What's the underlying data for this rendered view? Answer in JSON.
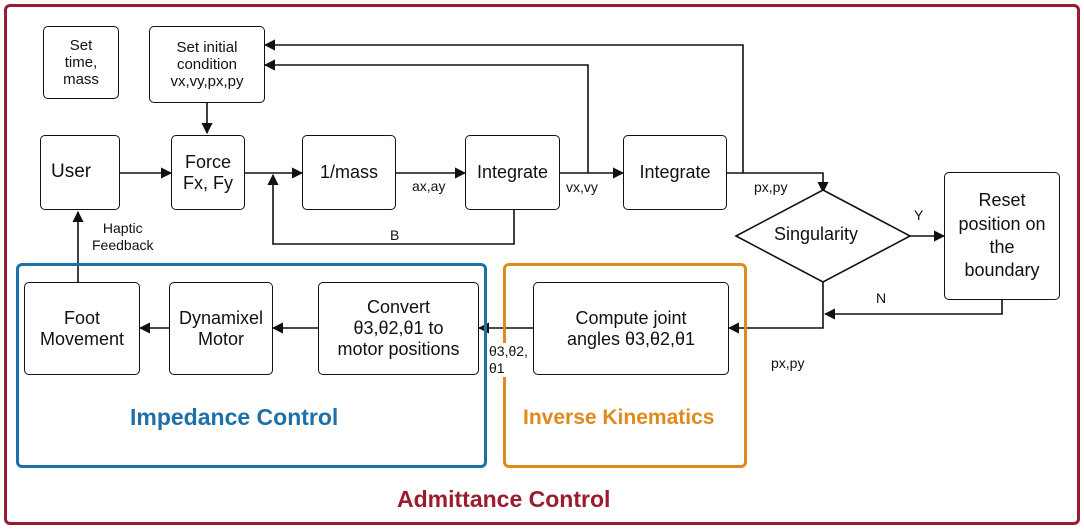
{
  "colors": {
    "admittance": "#9b1c2e",
    "impedance": "#1f6fa8",
    "inverse_kinematics": "#e08a1e",
    "line": "#111111"
  },
  "frames": {
    "admittance": "Admittance Control",
    "impedance": "Impedance Control",
    "inverse_kinematics": "Inverse Kinematics"
  },
  "blocks": {
    "set_time_mass": "Set\ntime,\nmass",
    "set_initial": "Set initial\ncondition\nvx,vy,px,py",
    "user": "User",
    "force": "Force\nFx, Fy",
    "inv_mass": "1/mass",
    "integrate1": "Integrate",
    "integrate2": "Integrate",
    "singularity": "Singularity",
    "reset": "Reset\nposition on\nthe\nboundary",
    "compute_joint": "Compute joint\nangles θ3,θ2,θ1",
    "convert": "Convert\nθ3,θ2,θ1 to\nmotor positions",
    "dynamixel": "Dynamixel\nMotor",
    "foot": "Foot\nMovement"
  },
  "signals": {
    "ax_ay": "ax,ay",
    "vx_vy": "vx,vy",
    "px_py_top": "px,py",
    "px_py_bottom": "px,py",
    "b": "B",
    "y": "Y",
    "n": "N",
    "haptic": "Haptic\nFeedback",
    "theta": "θ3,θ2,\nθ1"
  }
}
